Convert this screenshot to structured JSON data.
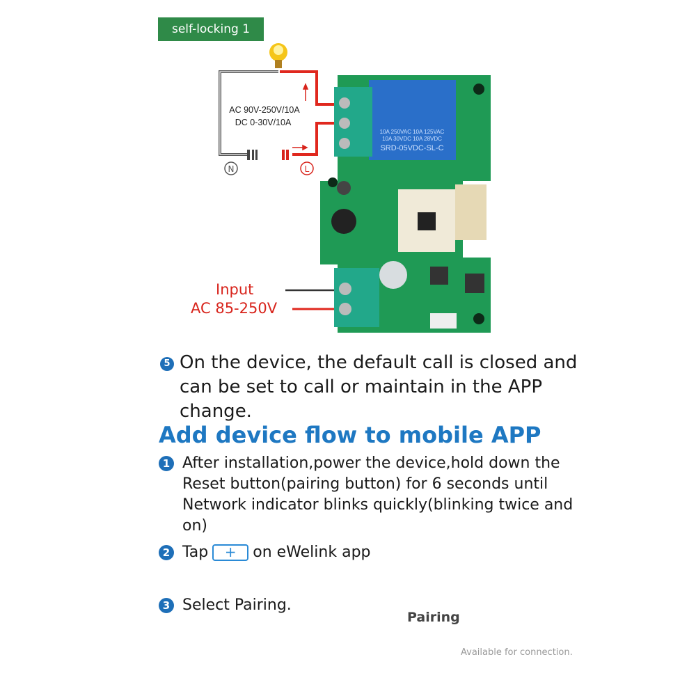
{
  "badge": "self-locking 1",
  "diagram": {
    "load_rating_line1": "AC 90V-250V/10A",
    "load_rating_line2": "DC 0-30V/10A",
    "neutral_symbol": "N",
    "live_symbol": "L",
    "relay_line1": "10A 250VAC  10A 125VAC",
    "relay_line2": "10A  30VDC  10A  28VDC",
    "relay_model": "SRD-05VDC-SL-C",
    "input_label": "Input",
    "input_voltage": "AC 85-250V"
  },
  "note5": {
    "number": "5",
    "text": "On the device, the default call is closed and can be set to call or maintain in the APP change."
  },
  "heading": "Add device flow to mobile APP",
  "steps": [
    {
      "number": "1",
      "text": "After installation,power the device,hold down the Reset button(pairing button) for 6 seconds until Network indicator blinks quickly(blinking twice and on)"
    },
    {
      "number": "2",
      "before": "Tap",
      "button": "+",
      "after": "on  eWelink app"
    },
    {
      "number": "3",
      "text": "Select Pairing."
    }
  ],
  "pairing_card": {
    "title": "Pairing",
    "subtitle": "Available for  connection."
  },
  "colors": {
    "green": "#2f8a48",
    "blue": "#1e78c2",
    "red": "#d8241c",
    "pcb": "#1f9a55",
    "relay": "#2a6fc9"
  }
}
